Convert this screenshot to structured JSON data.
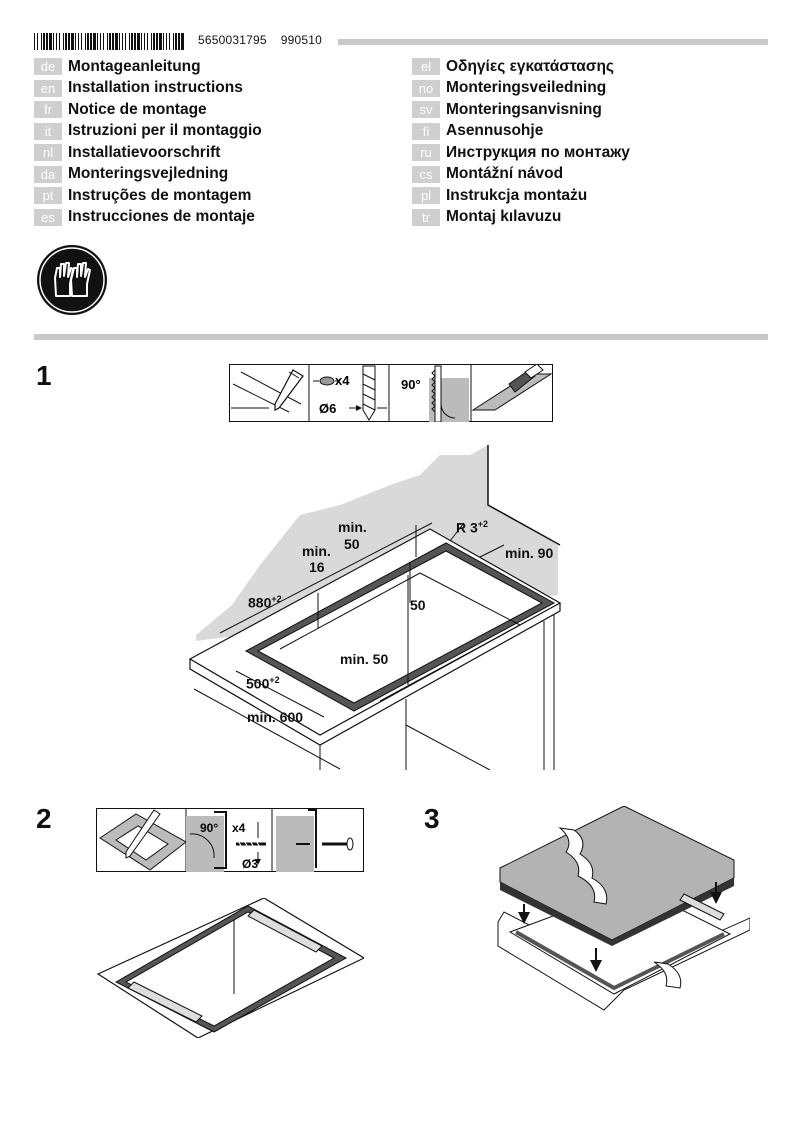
{
  "header": {
    "doc_number": "5650031795",
    "doc_date": "990510"
  },
  "languages_left": [
    {
      "code": "de",
      "title": "Montageanleitung"
    },
    {
      "code": "en",
      "title": "Installation instructions"
    },
    {
      "code": "fr",
      "title": "Notice de montage"
    },
    {
      "code": "it",
      "title": "Istruzioni per il montaggio"
    },
    {
      "code": "nl",
      "title": "Installatievoorschrift"
    },
    {
      "code": "da",
      "title": "Monteringsvejledning"
    },
    {
      "code": "pt",
      "title": "Instruções de montagem"
    },
    {
      "code": "es",
      "title": "Instrucciones de montaje"
    }
  ],
  "languages_right": [
    {
      "code": "el",
      "title": "Οδηγίες εγκατάστασης"
    },
    {
      "code": "no",
      "title": "Monteringsveiledning"
    },
    {
      "code": "sv",
      "title": "Monteringsanvisning"
    },
    {
      "code": "fi",
      "title": "Asennusohje"
    },
    {
      "code": "ru",
      "title": "Инструкция по монтажу"
    },
    {
      "code": "cs",
      "title": "Montážní návod"
    },
    {
      "code": "pl",
      "title": "Instrukcja montażu"
    },
    {
      "code": "tr",
      "title": "Montaj kılavuzu"
    }
  ],
  "icons": {
    "safety": "gloves-icon",
    "pencil": "pencil-icon",
    "drill": "drill-bit-icon",
    "saw": "jigsaw-icon",
    "brush": "brush-icon",
    "screw": "screw-icon"
  },
  "step1": {
    "number": "1",
    "tools": {
      "count": "x4",
      "diameter": "Ø6",
      "angle": "90°"
    },
    "dims": {
      "top_clearance_label": "min.",
      "top_clearance_value": "50",
      "front_clearance_label": "min.",
      "front_clearance_value": "16",
      "radius": "R 3",
      "radius_tol": "+2",
      "side_clearance": "min. 90",
      "width": "880",
      "width_tol": "+2",
      "inner_depth": "50",
      "bottom_clearance": "min. 50",
      "depth": "500",
      "depth_tol": "+2",
      "worktop_depth": "min. 600"
    }
  },
  "step2": {
    "number": "2",
    "tools": {
      "angle": "90°",
      "count": "x4",
      "diameter": "Ø3"
    }
  },
  "step3": {
    "number": "3"
  }
}
